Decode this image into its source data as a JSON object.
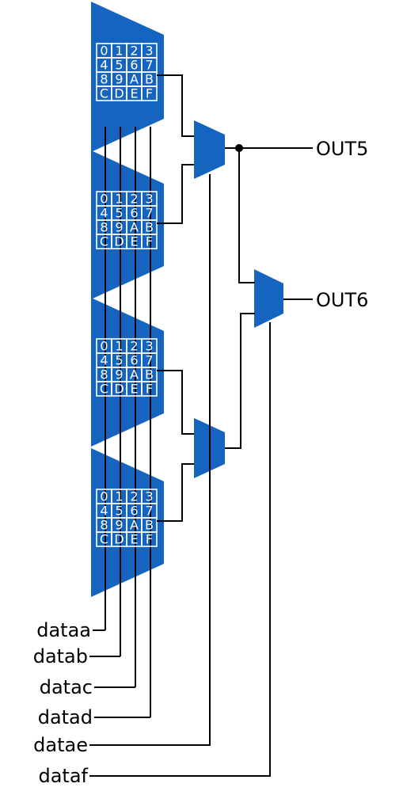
{
  "colors": {
    "block_fill": "#1565C0",
    "wire": "#000000",
    "cell_line": "#ffffff"
  },
  "lut_cells": [
    "0",
    "1",
    "2",
    "3",
    "4",
    "5",
    "6",
    "7",
    "8",
    "9",
    "A",
    "B",
    "C",
    "D",
    "E",
    "F"
  ],
  "luts": [
    {
      "id": "lut-1"
    },
    {
      "id": "lut-2"
    },
    {
      "id": "lut-3"
    },
    {
      "id": "lut-4"
    }
  ],
  "muxes": [
    {
      "id": "mux-upper"
    },
    {
      "id": "mux-lower"
    },
    {
      "id": "mux-output"
    }
  ],
  "inputs": [
    "dataa",
    "datab",
    "datac",
    "datad",
    "datae",
    "dataf"
  ],
  "outputs": [
    "OUT5",
    "OUT6"
  ]
}
